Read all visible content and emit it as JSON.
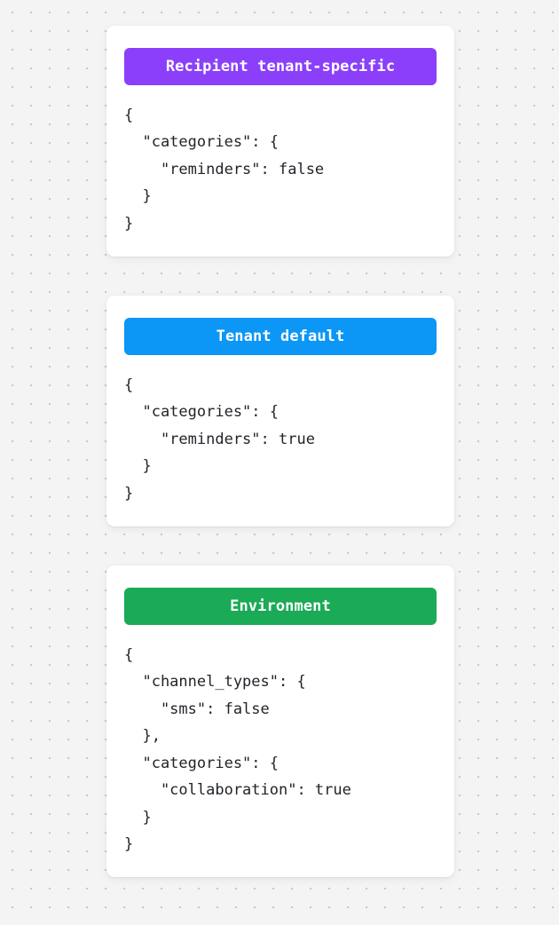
{
  "page": {
    "background_color": "#f4f4f4",
    "dot_color": "#c9c9c9",
    "card_background": "#ffffff",
    "code_text_color": "#1f2328"
  },
  "cards": [
    {
      "badge_label": "Recipient tenant-specific",
      "badge_color": "#8b3ffa",
      "code": "{\n  \"categories\": {\n    \"reminders\": false\n  }\n}"
    },
    {
      "badge_label": "Tenant default",
      "badge_color": "#0c96f5",
      "code": "{\n  \"categories\": {\n    \"reminders\": true\n  }\n}"
    },
    {
      "badge_label": "Environment",
      "badge_color": "#1baa56",
      "code": "{\n  \"channel_types\": {\n    \"sms\": false\n  },\n  \"categories\": {\n    \"collaboration\": true\n  }\n}"
    }
  ]
}
